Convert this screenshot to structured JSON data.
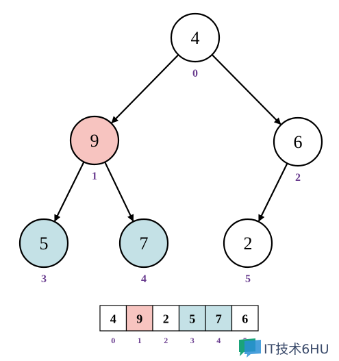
{
  "colors": {
    "default_fill": "#ffffff",
    "highlight_fill": "#f7c4c0",
    "child_fill": "#c4e1e6",
    "index_color": "#6a3d8f"
  },
  "tree": {
    "nodes": [
      {
        "value": "4",
        "index": "0",
        "fill": "default"
      },
      {
        "value": "9",
        "index": "1",
        "fill": "highlight"
      },
      {
        "value": "6",
        "index": "2",
        "fill": "default"
      },
      {
        "value": "5",
        "index": "3",
        "fill": "child"
      },
      {
        "value": "7",
        "index": "4",
        "fill": "child"
      },
      {
        "value": "2",
        "index": "5",
        "fill": "default"
      }
    ],
    "edges": [
      [
        0,
        1
      ],
      [
        0,
        2
      ],
      [
        1,
        3
      ],
      [
        1,
        4
      ],
      [
        2,
        5
      ]
    ]
  },
  "array": {
    "cells": [
      {
        "value": "4",
        "index": "0",
        "fill": "default"
      },
      {
        "value": "9",
        "index": "1",
        "fill": "highlight"
      },
      {
        "value": "2",
        "index": "2",
        "fill": "default"
      },
      {
        "value": "5",
        "index": "3",
        "fill": "child"
      },
      {
        "value": "7",
        "index": "4",
        "fill": "child"
      },
      {
        "value": "6",
        "index": "5",
        "fill": "default"
      }
    ]
  },
  "watermark": {
    "text": "IT技术6HU",
    "icon": "chat-bubble-icon"
  }
}
